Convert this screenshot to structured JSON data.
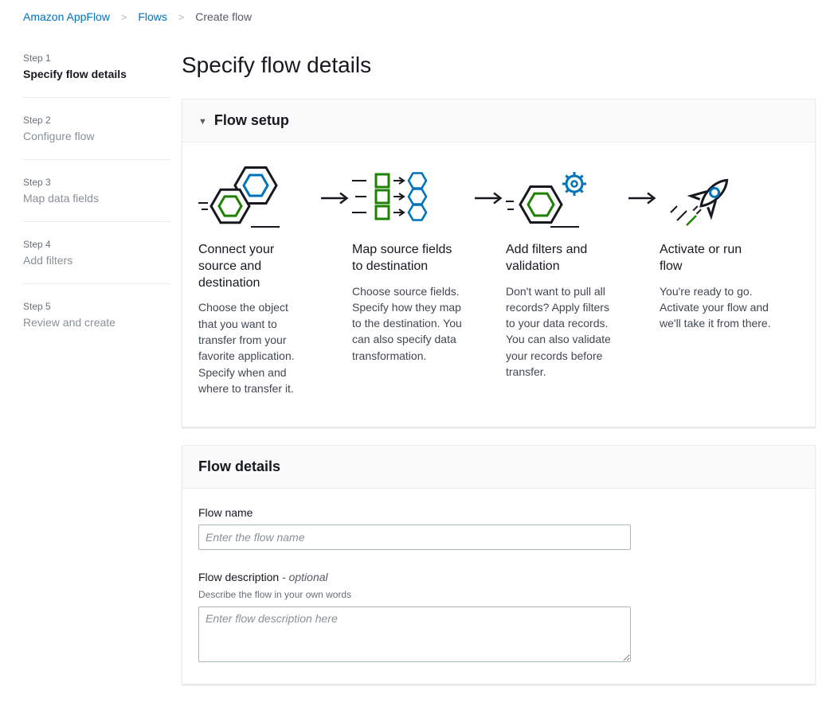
{
  "breadcrumb": {
    "items": [
      {
        "label": "Amazon AppFlow"
      },
      {
        "label": "Flows"
      },
      {
        "label": "Create flow"
      }
    ]
  },
  "sidebar": {
    "steps": [
      {
        "step": "Step 1",
        "label": "Specify flow details",
        "active": true
      },
      {
        "step": "Step 2",
        "label": "Configure flow",
        "active": false
      },
      {
        "step": "Step 3",
        "label": "Map data fields",
        "active": false
      },
      {
        "step": "Step 4",
        "label": "Add filters",
        "active": false
      },
      {
        "step": "Step 5",
        "label": "Review and create",
        "active": false
      }
    ]
  },
  "page": {
    "title": "Specify flow details"
  },
  "flow_setup": {
    "title": "Flow setup",
    "steps": [
      {
        "icon": "connect-source-destination-icon",
        "title": "Connect your source and destination",
        "description": "Choose the object that you want to transfer from your favorite application. Specify when and where to transfer it."
      },
      {
        "icon": "map-source-fields-icon",
        "title": "Map source fields to destination",
        "description": "Choose source fields. Specify how they map to the destination. You can also specify data transformation."
      },
      {
        "icon": "filters-validation-icon",
        "title": "Add filters and validation",
        "description": "Don't want to pull all records? Apply filters to your data records. You can also validate your records before transfer."
      },
      {
        "icon": "rocket-icon",
        "title": "Activate or run flow",
        "description": "You're ready to go. Activate your flow and we'll take it from there."
      }
    ]
  },
  "flow_details": {
    "title": "Flow details",
    "flow_name_label": "Flow name",
    "flow_name_placeholder": "Enter the flow name",
    "flow_description_label": "Flow description ",
    "flow_description_optional": "- optional",
    "flow_description_hint": "Describe the flow in your own words",
    "flow_description_placeholder": "Enter flow description here"
  },
  "colors": {
    "link_blue": "#0073bb",
    "icon_blue": "#0073bb",
    "icon_green": "#1d8102",
    "icon_dark": "#16191f",
    "muted_gray": "#879196"
  }
}
